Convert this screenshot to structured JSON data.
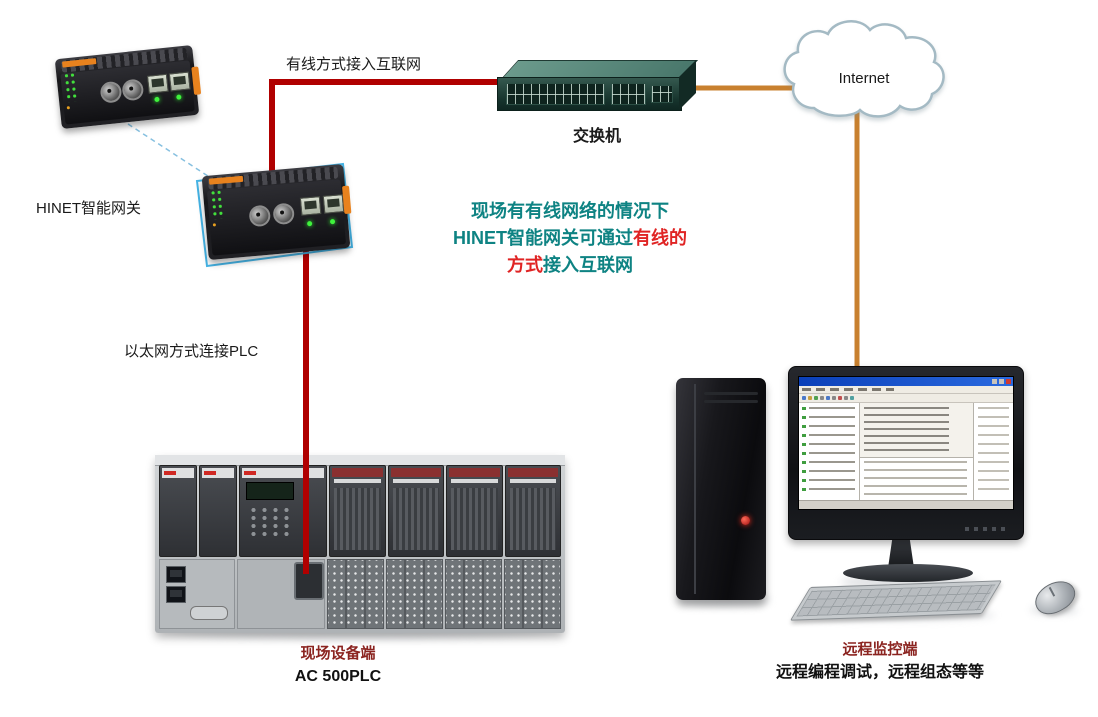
{
  "diagram": {
    "labels": {
      "gateway": "HINET智能网关",
      "wired_access": "有线方式接入互联网",
      "switch_name": "交换机",
      "internet": "Internet",
      "ethernet_plc": "以太网方式连接PLC",
      "field_device_title": "现场设备端",
      "field_device_model": "AC 500PLC",
      "remote_title": "远程监控端",
      "remote_subtitle": "远程编程调试，远程组态等等"
    },
    "callout": {
      "line1": "现场有有线网络的情况下",
      "line2_teal": "HINET智能网关可通过",
      "line2_red": "有线的",
      "line3_red": "方式",
      "line3_teal": "接入互联网"
    },
    "colors": {
      "plc_cable": "#b00000",
      "internet_cable": "#c8802f",
      "highlight_outline": "#45b4e6",
      "dashed_link": "#86c0e0",
      "callout_teal": "#0e8383",
      "callout_red": "#e02424",
      "section_title_red": "#8b2420"
    }
  }
}
